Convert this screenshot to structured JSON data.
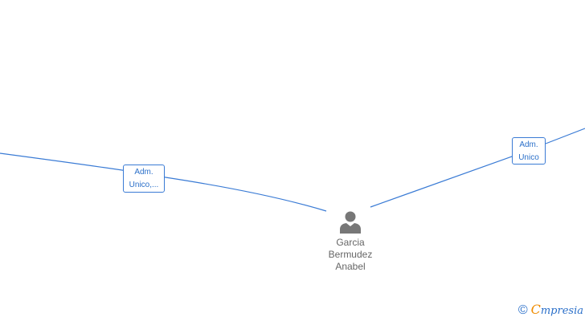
{
  "graph": {
    "edges": [
      {
        "label_lines": [
          "Adm.",
          "Unico,..."
        ]
      },
      {
        "label_lines": [
          "Adm.",
          "Unico"
        ]
      }
    ],
    "person": {
      "icon": "person-icon",
      "name_lines": [
        "Garcia",
        "Bermudez",
        "Anabel"
      ]
    }
  },
  "branding": {
    "copyright_symbol": "©",
    "name_first_letter": "C",
    "name_rest": "mpresia"
  },
  "colors": {
    "link": "#3a7bd5",
    "label_text": "#2a6fc9",
    "person_icon": "#777777",
    "person_text": "#666666",
    "brand_accent": "#f08c00"
  }
}
